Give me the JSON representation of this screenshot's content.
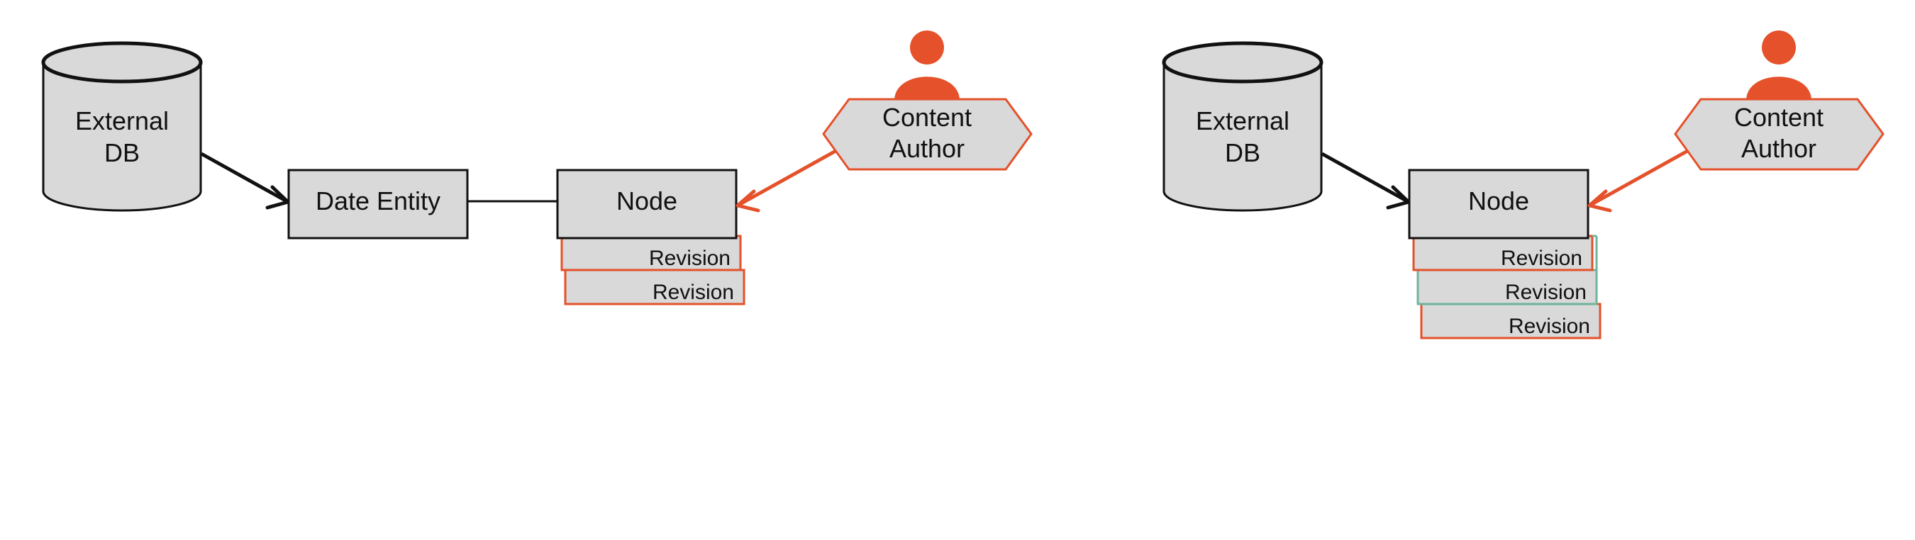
{
  "colors": {
    "accent": "#E4512A",
    "shape_fill": "#D9D9D9",
    "stroke": "#111111",
    "teal": "#6FB49B",
    "background": "#FFFFFF"
  },
  "icons": [
    "database-cylinder",
    "person-icon",
    "hexagon-actor"
  ],
  "left_diagram": {
    "database": {
      "line1": "External",
      "line2": "DB"
    },
    "date_entity": {
      "label": "Date Entity"
    },
    "node": {
      "label": "Node"
    },
    "revisions": [
      "Revision",
      "Revision"
    ],
    "author": {
      "line1": "Content",
      "line2": "Author"
    }
  },
  "right_diagram": {
    "database": {
      "line1": "External",
      "line2": "DB"
    },
    "node": {
      "label": "Node"
    },
    "revisions": [
      "Revision",
      "Revision",
      "Revision"
    ],
    "author": {
      "line1": "Content",
      "line2": "Author"
    }
  }
}
